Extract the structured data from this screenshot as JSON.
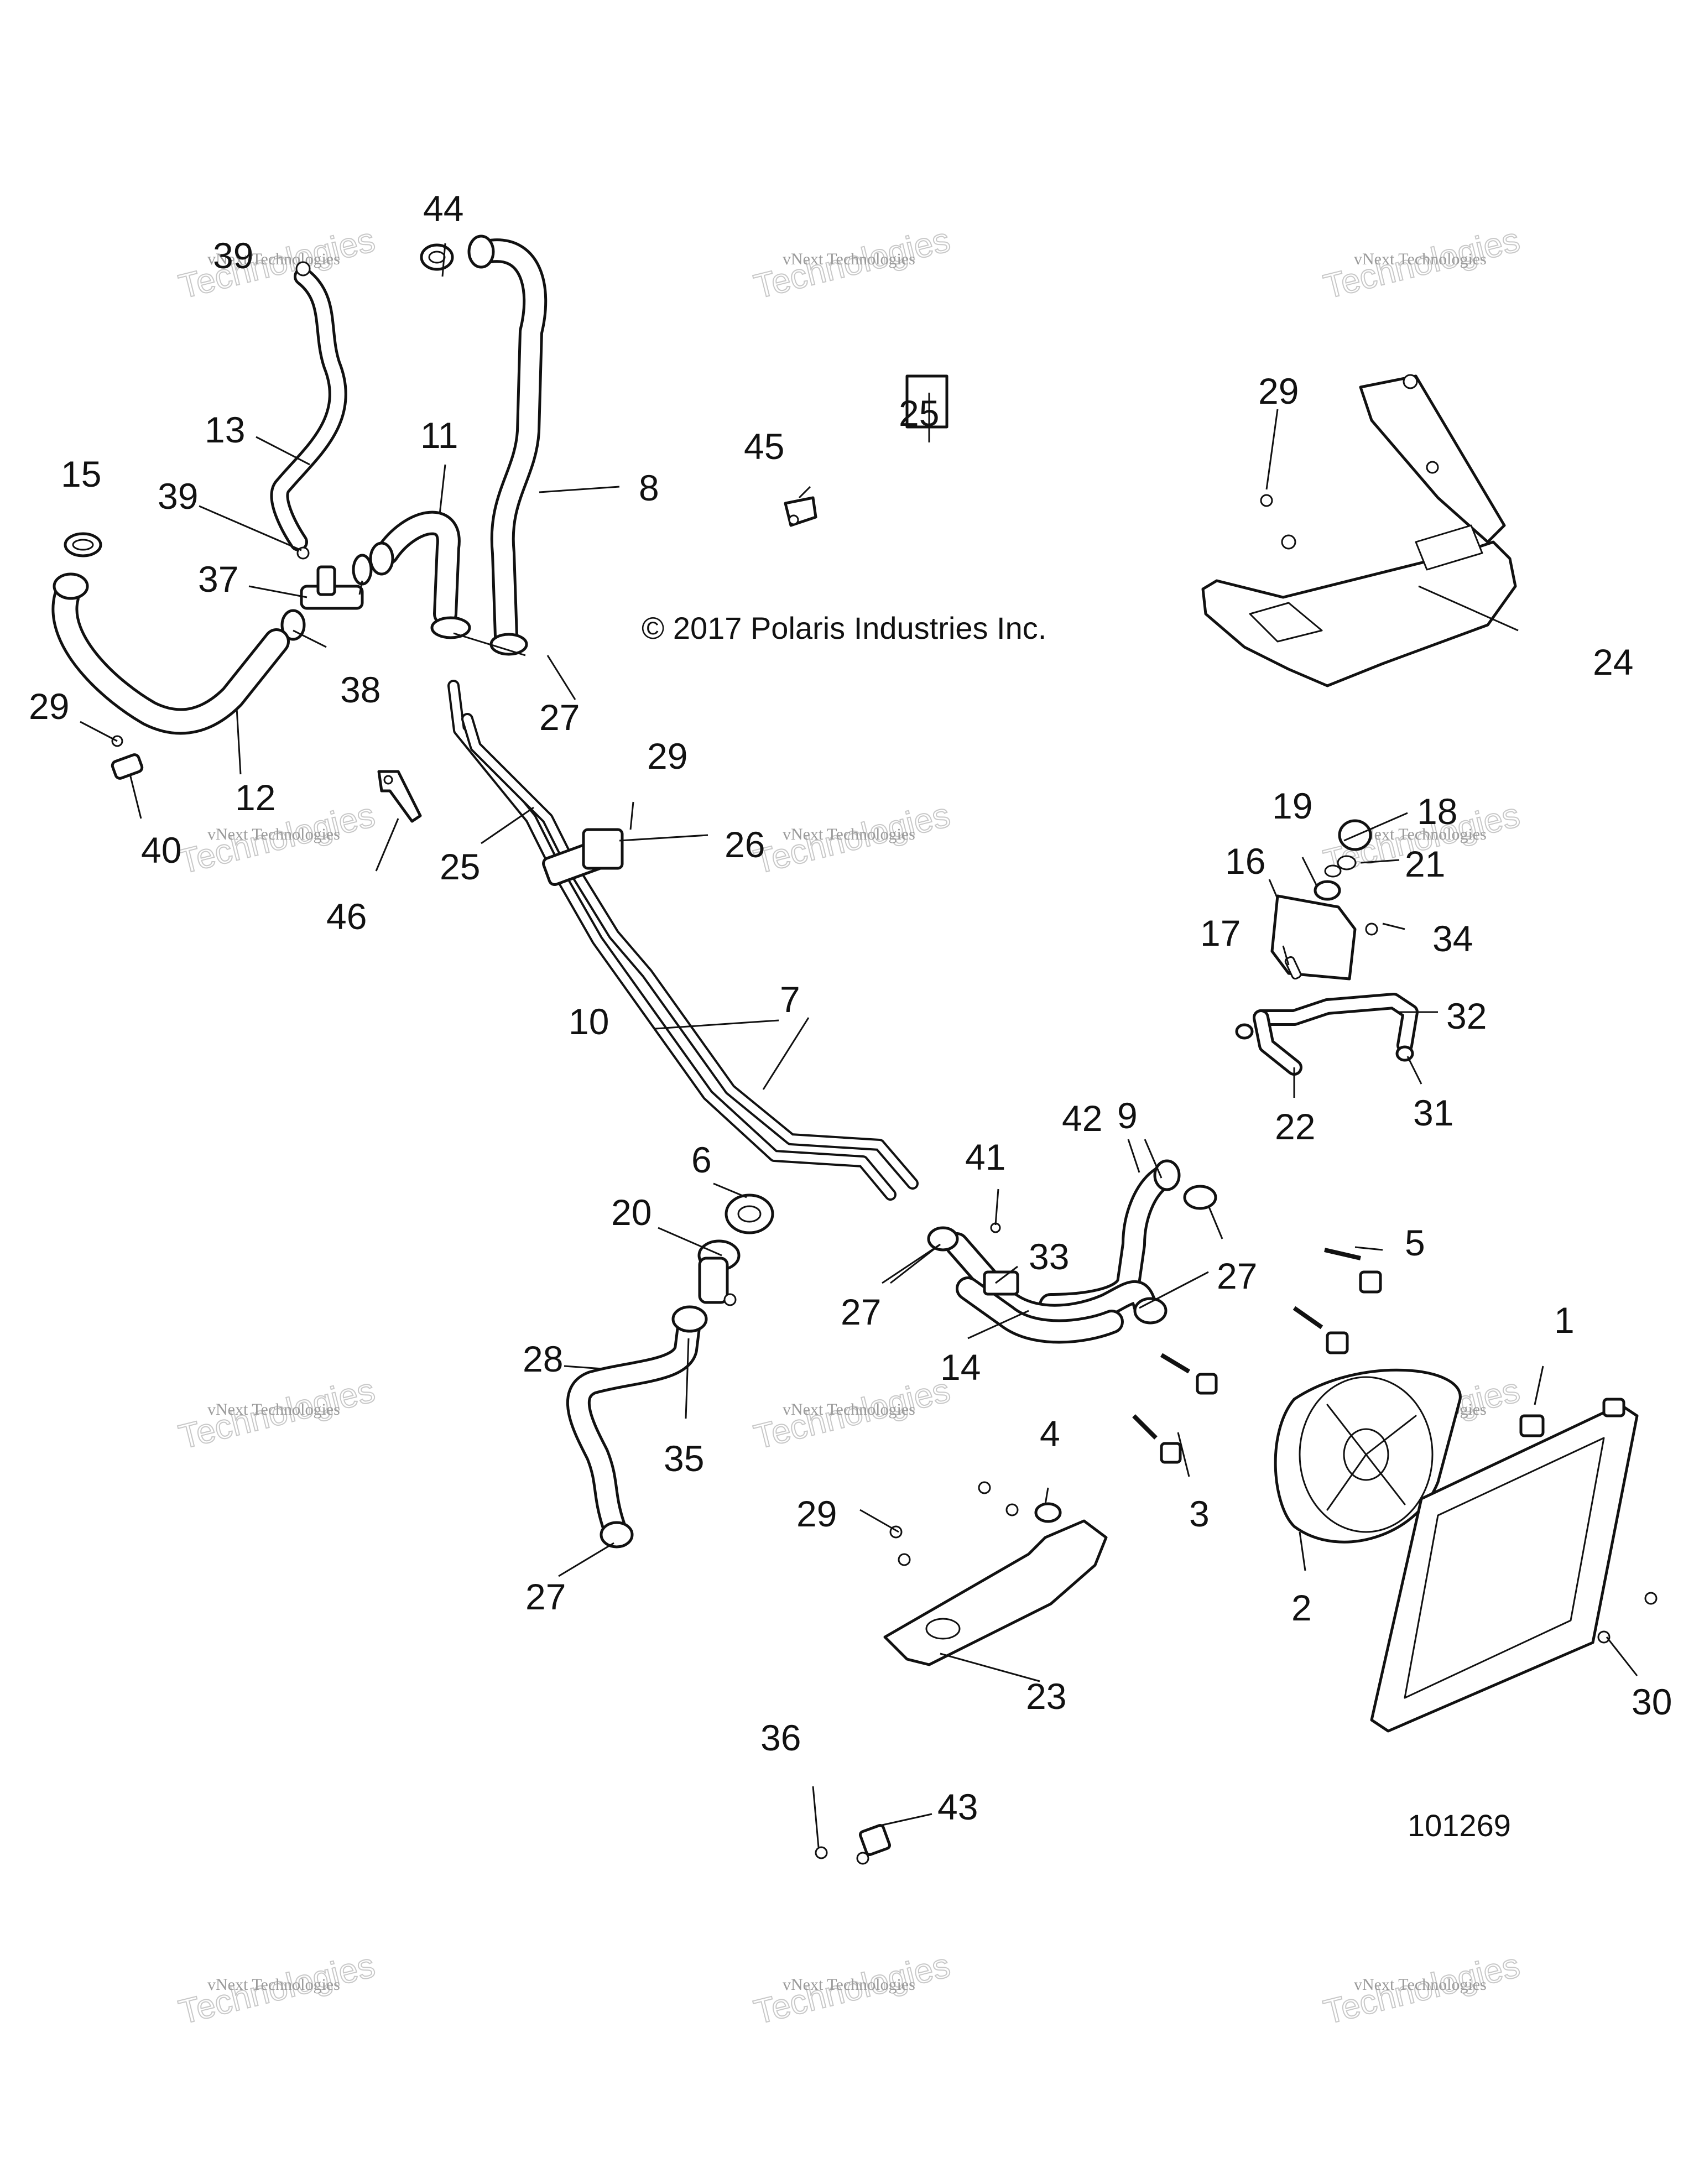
{
  "copyright": "© 2017 Polaris Industries Inc.",
  "figure_id": "101269",
  "watermark": {
    "line1": "vNext Technologies",
    "line2": "Technologies"
  },
  "callouts": [
    {
      "id": "c1",
      "label": "1"
    },
    {
      "id": "c2",
      "label": "2"
    },
    {
      "id": "c3",
      "label": "3"
    },
    {
      "id": "c4",
      "label": "4"
    },
    {
      "id": "c5",
      "label": "5"
    },
    {
      "id": "c6",
      "label": "6"
    },
    {
      "id": "c7",
      "label": "7"
    },
    {
      "id": "c8",
      "label": "8"
    },
    {
      "id": "c9",
      "label": "9"
    },
    {
      "id": "c10",
      "label": "10"
    },
    {
      "id": "c11",
      "label": "11"
    },
    {
      "id": "c12",
      "label": "12"
    },
    {
      "id": "c13",
      "label": "13"
    },
    {
      "id": "c14",
      "label": "14"
    },
    {
      "id": "c15",
      "label": "15"
    },
    {
      "id": "c16",
      "label": "16"
    },
    {
      "id": "c17",
      "label": "17"
    },
    {
      "id": "c18",
      "label": "18"
    },
    {
      "id": "c19",
      "label": "19"
    },
    {
      "id": "c20",
      "label": "20"
    },
    {
      "id": "c21",
      "label": "21"
    },
    {
      "id": "c22",
      "label": "22"
    },
    {
      "id": "c23",
      "label": "23"
    },
    {
      "id": "c24",
      "label": "24"
    },
    {
      "id": "c25a",
      "label": "25"
    },
    {
      "id": "c25b",
      "label": "25"
    },
    {
      "id": "c26",
      "label": "26"
    },
    {
      "id": "c27a",
      "label": "27"
    },
    {
      "id": "c27b",
      "label": "27"
    },
    {
      "id": "c27c",
      "label": "27"
    },
    {
      "id": "c27d",
      "label": "27"
    },
    {
      "id": "c28",
      "label": "28"
    },
    {
      "id": "c29a",
      "label": "29"
    },
    {
      "id": "c29b",
      "label": "29"
    },
    {
      "id": "c29c",
      "label": "29"
    },
    {
      "id": "c29d",
      "label": "29"
    },
    {
      "id": "c30",
      "label": "30"
    },
    {
      "id": "c31",
      "label": "31"
    },
    {
      "id": "c32",
      "label": "32"
    },
    {
      "id": "c33",
      "label": "33"
    },
    {
      "id": "c34",
      "label": "34"
    },
    {
      "id": "c35",
      "label": "35"
    },
    {
      "id": "c36",
      "label": "36"
    },
    {
      "id": "c37",
      "label": "37"
    },
    {
      "id": "c38",
      "label": "38"
    },
    {
      "id": "c39a",
      "label": "39"
    },
    {
      "id": "c39b",
      "label": "39"
    },
    {
      "id": "c40",
      "label": "40"
    },
    {
      "id": "c41",
      "label": "41"
    },
    {
      "id": "c42",
      "label": "42"
    },
    {
      "id": "c43",
      "label": "43"
    },
    {
      "id": "c44",
      "label": "44"
    },
    {
      "id": "c45",
      "label": "45"
    },
    {
      "id": "c46",
      "label": "46"
    }
  ]
}
